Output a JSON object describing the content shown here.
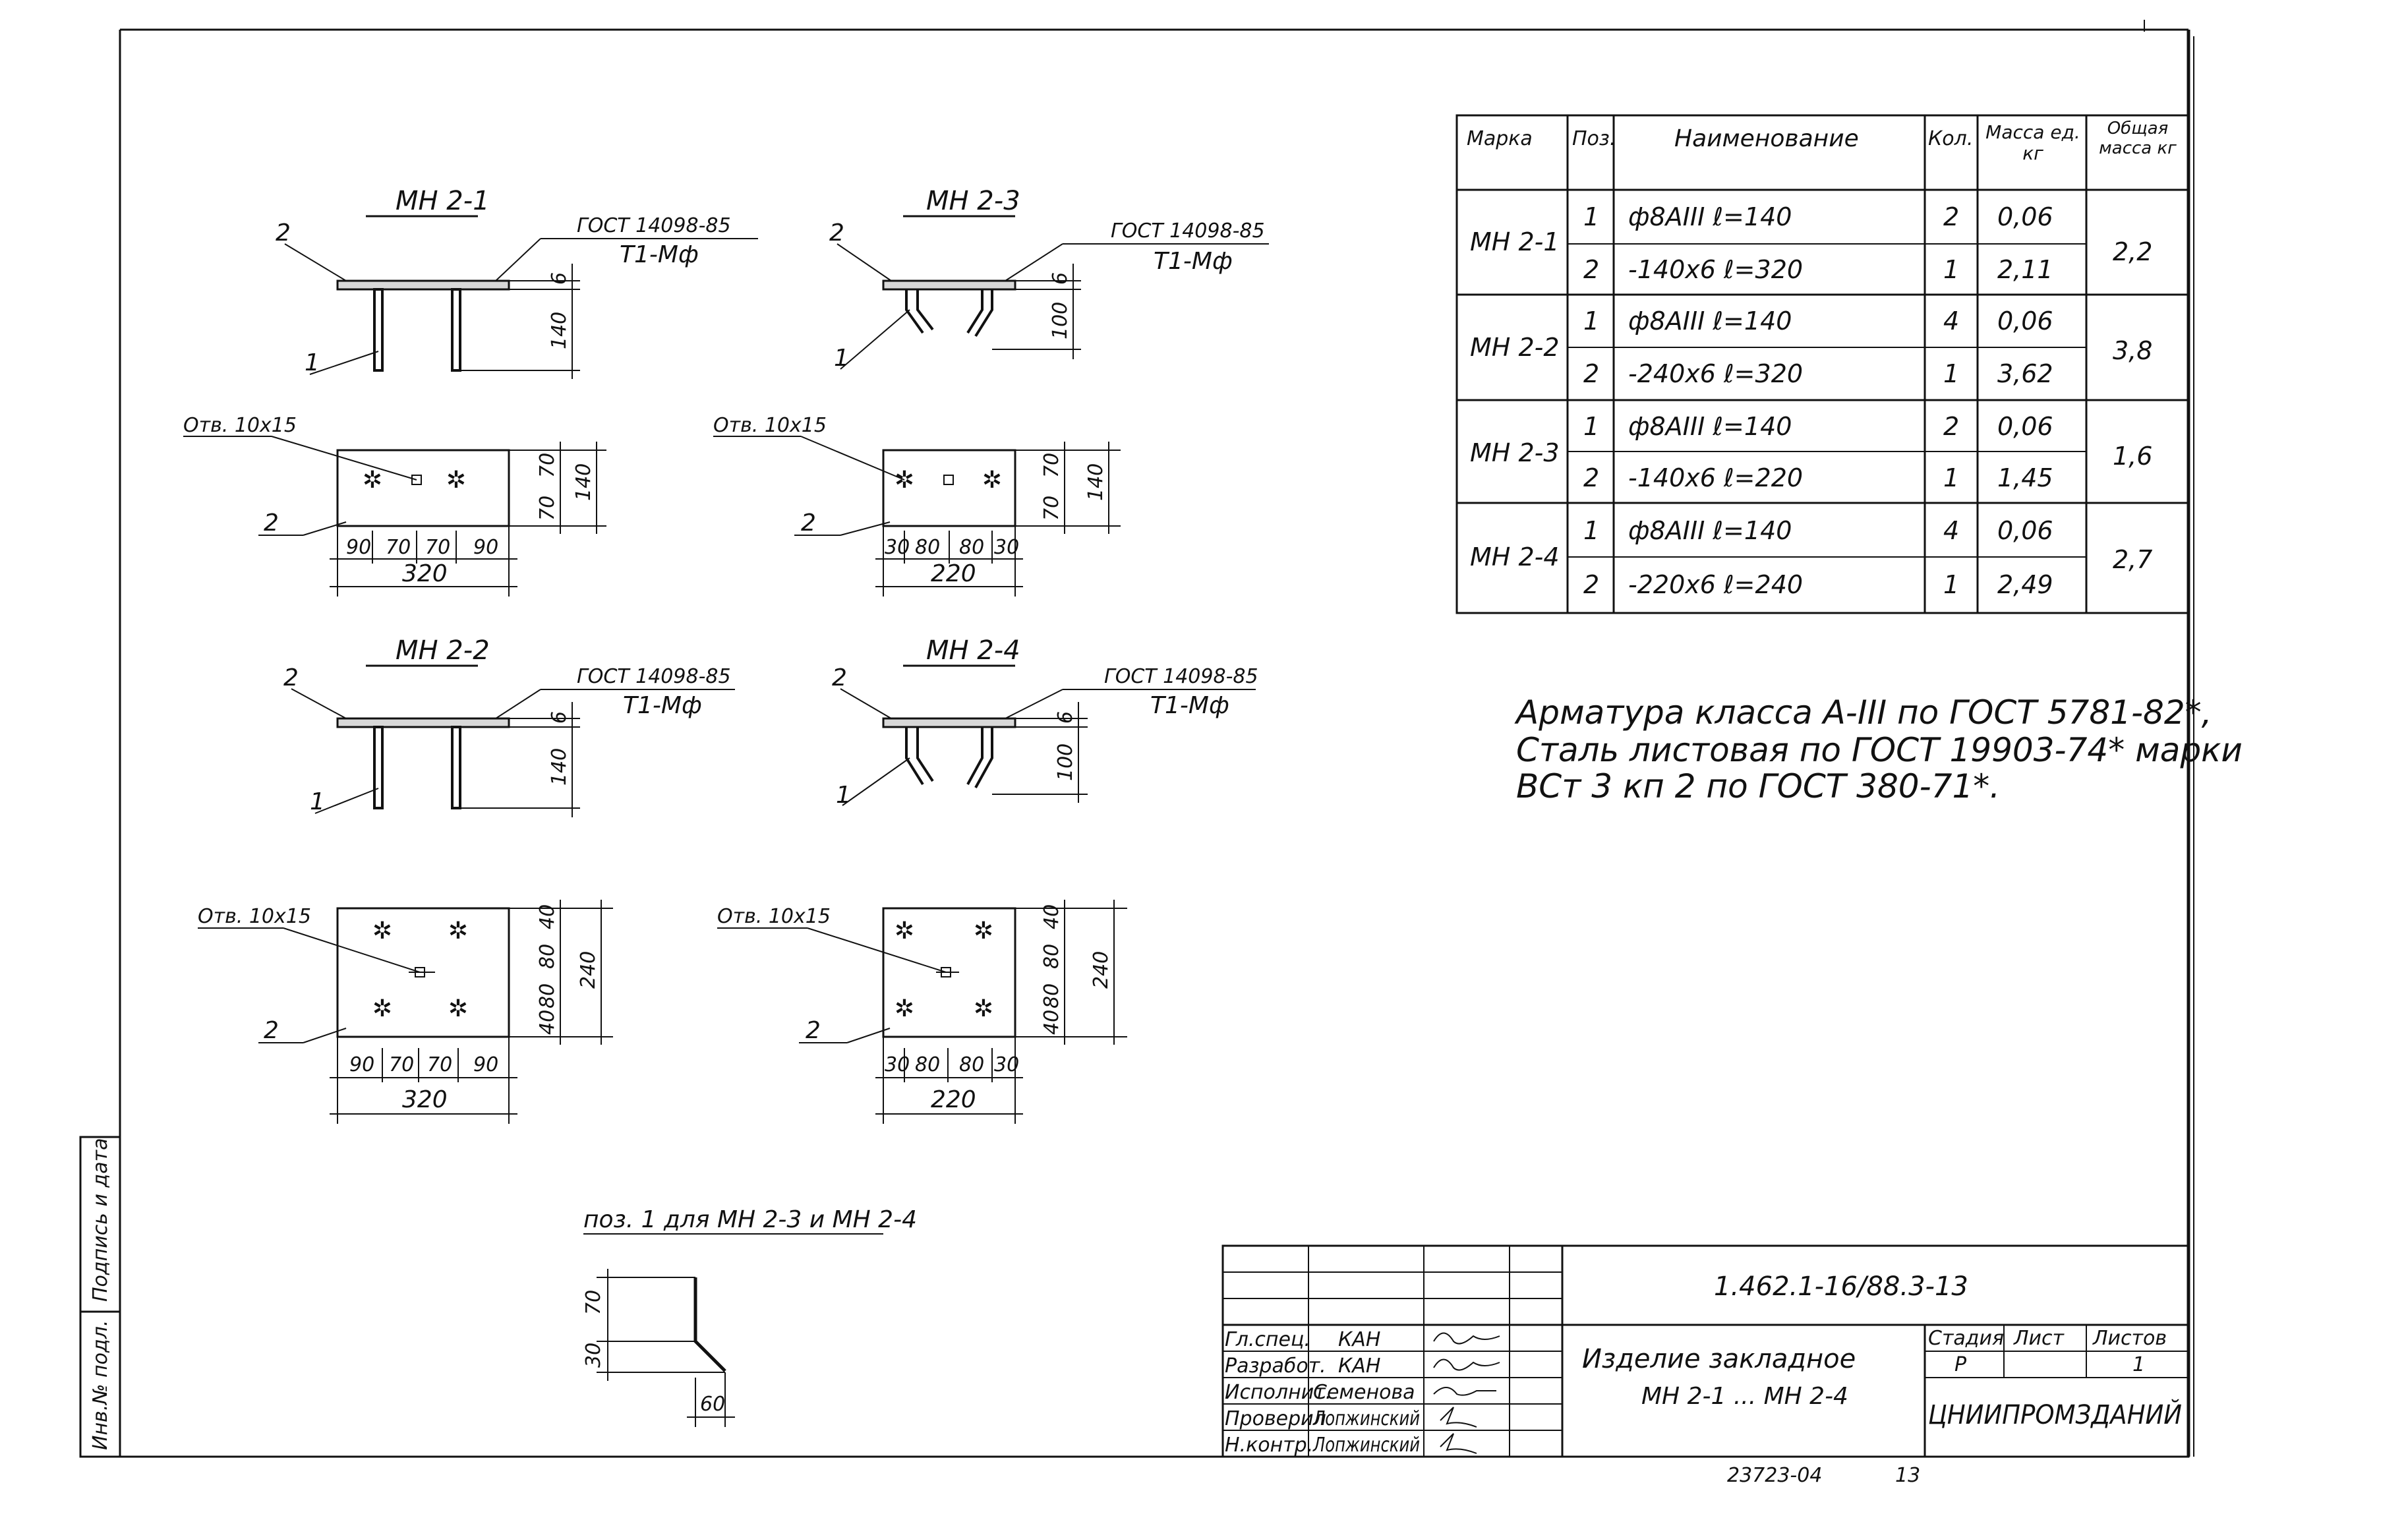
{
  "drawing_number": "1.462.1-16/88.3-13",
  "bottom_code": "23723-04",
  "bottom_page": "13",
  "stamp_left": [
    "Инв.№ подл.",
    "Подпись и дата"
  ],
  "views": {
    "mn21": {
      "title": "МН 2-1",
      "gost": "ГОСТ 14098-85",
      "weld": "Т1-Мф",
      "pos1": "1",
      "pos2": "2",
      "dim_t": "6",
      "dim_h": "140"
    },
    "mn23": {
      "title": "МН 2-3",
      "gost": "ГОСТ 14098-85",
      "weld": "Т1-Мф",
      "pos1": "1",
      "pos2": "2",
      "dim_t": "6",
      "dim_h": "100"
    },
    "mn22": {
      "title": "МН 2-2",
      "gost": "ГОСТ 14098-85",
      "weld": "Т1-Мф",
      "pos1": "1",
      "pos2": "2",
      "dim_t": "6",
      "dim_h": "140"
    },
    "mn24": {
      "title": "МН 2-4",
      "gost": "ГОСТ 14098-85",
      "weld": "Т1-Мф",
      "pos1": "1",
      "pos2": "2",
      "dim_t": "6",
      "dim_h": "100"
    }
  },
  "plans": {
    "p21": {
      "hole": "Отв. 10х15",
      "pos": "2",
      "d": [
        "90",
        "70",
        "70",
        "90"
      ],
      "total": "320",
      "v": [
        "70",
        "70"
      ],
      "vtotal": "140"
    },
    "p23": {
      "hole": "Отв. 10х15",
      "pos": "2",
      "d": [
        "30",
        "80",
        "80",
        "30"
      ],
      "total": "220",
      "v": [
        "70",
        "70"
      ],
      "vtotal": "140"
    },
    "p22": {
      "hole": "Отв. 10х15",
      "pos": "2",
      "d": [
        "90",
        "70",
        "70",
        "90"
      ],
      "total": "320",
      "v": [
        "40",
        "80",
        "80",
        "40"
      ],
      "vtotal": "240"
    },
    "p24": {
      "hole": "Отв. 10х15",
      "pos": "2",
      "d": [
        "30",
        "80",
        "80",
        "30"
      ],
      "total": "220",
      "v": [
        "40",
        "80",
        "80",
        "40"
      ],
      "vtotal": "240"
    }
  },
  "pos1_detail": {
    "title": "поз. 1 для МН 2-3 и МН 2-4",
    "d1": "70",
    "d2": "30",
    "d3": "60"
  },
  "spec": {
    "headers": [
      "Марка",
      "Поз.",
      "Наименование",
      "Кол.",
      "Масса ед. кг",
      "Общая масса кг"
    ],
    "rows": [
      {
        "mark": "МН 2-1",
        "pos": "1",
        "name": "ф8АIII   ℓ=140",
        "qty": "2",
        "unit": "0,06",
        "total": "2,2"
      },
      {
        "mark": "",
        "pos": "2",
        "name": "-140х6   ℓ=320",
        "qty": "1",
        "unit": "2,11",
        "total": ""
      },
      {
        "mark": "МН 2-2",
        "pos": "1",
        "name": "ф8АIII   ℓ=140",
        "qty": "4",
        "unit": "0,06",
        "total": "3,8"
      },
      {
        "mark": "",
        "pos": "2",
        "name": "-240х6   ℓ=320",
        "qty": "1",
        "unit": "3,62",
        "total": ""
      },
      {
        "mark": "МН 2-3",
        "pos": "1",
        "name": "ф8АIII   ℓ=140",
        "qty": "2",
        "unit": "0,06",
        "total": "1,6"
      },
      {
        "mark": "",
        "pos": "2",
        "name": "-140х6   ℓ=220",
        "qty": "1",
        "unit": "1,45",
        "total": ""
      },
      {
        "mark": "МН 2-4",
        "pos": "1",
        "name": "ф8АIII   ℓ=140",
        "qty": "4",
        "unit": "0,06",
        "total": "2,7"
      },
      {
        "mark": "",
        "pos": "2",
        "name": "-220х6   ℓ=240",
        "qty": "1",
        "unit": "2,49",
        "total": ""
      }
    ]
  },
  "notes": [
    "Арматура класса А-III по ГОСТ 5781-82*,",
    "Сталь листовая по ГОСТ 19903-74* марки",
    "ВСт 3 кп 2  по ГОСТ 380-71*."
  ],
  "title_block": {
    "roles": [
      "Гл.спец.",
      "Разработ.",
      "Исполнит.",
      "Проверил",
      "Н.контр."
    ],
    "names": [
      "КАН",
      "КАН",
      "Семенова",
      "Лопжинский",
      "Лопжинский"
    ],
    "item_name": "Изделие закладное",
    "item_marks": "МН 2-1 ... МН 2-4",
    "stage_label": "Стадия",
    "sheet_label": "Лист",
    "sheets_label": "Листов",
    "stage": "Р",
    "sheets": "1",
    "org": "ЦНИИПРОМЗДАНИЙ"
  }
}
